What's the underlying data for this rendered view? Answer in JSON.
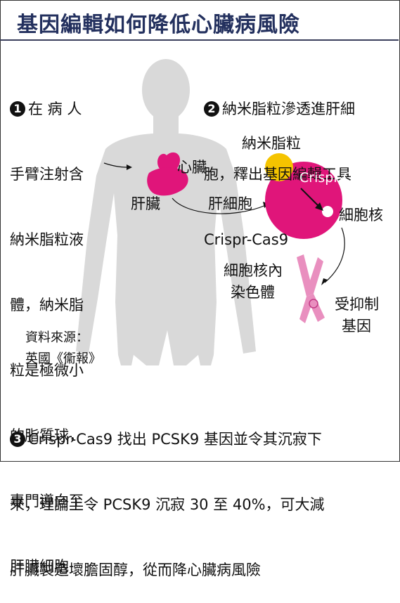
{
  "title": "基因編輯如何降低心臟病風險",
  "step1": {
    "number": "1",
    "lines": [
      "在 病 人",
      "手臂注射含",
      "納米脂粒液",
      "體，納米脂",
      "粒是極微小",
      "的脂質球，",
      "專門導向至",
      "肝臟細胞"
    ]
  },
  "step2": {
    "number": "2",
    "lines": [
      "納米脂粒滲透進肝細",
      "胞，釋出基因編輯工具",
      "Crispr-Cas9"
    ]
  },
  "step3": {
    "number": "3",
    "lines": [
      "Crispr-Cas9 找出 PCSK9 基因並令其沉寂下",
      "來，理論上令 PCSK9 沉寂 30 至 40%，可大減",
      "肝臟製造壞膽固醇，從而降心臟病風險"
    ]
  },
  "labels": {
    "heart": "心臟",
    "liver": "肝臟",
    "liver_cell": "肝細胞",
    "nanoparticle": "納米脂粒",
    "crispr": "Crispr-Cas9",
    "nucleus": "細胞核",
    "chromosome": "細胞核內\n染色體",
    "chromosome_l1": "細胞核內",
    "chromosome_l2": "染色體",
    "target_gene_l1": "受抑制",
    "target_gene_l2": "基因"
  },
  "source": {
    "line1": "資料來源：",
    "line2": "英國《衞報》"
  },
  "colors": {
    "title": "#23305e",
    "body_silhouette": "#d9d9d9",
    "organ": "#e0157a",
    "cell": "#e0157a",
    "nanoparticle": "#f5c400",
    "chromosome": "#e98fbf"
  }
}
